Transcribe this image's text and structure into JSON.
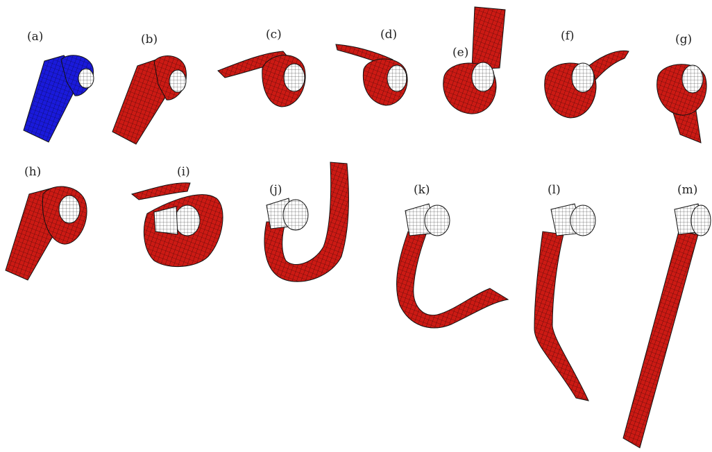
{
  "figure": {
    "panels": [
      {
        "id": "a",
        "label": "(a)",
        "strip_color": "blue"
      },
      {
        "id": "b",
        "label": "(b)",
        "strip_color": "red"
      },
      {
        "id": "c",
        "label": "(c)",
        "strip_color": "red"
      },
      {
        "id": "d",
        "label": "(d)",
        "strip_color": "red"
      },
      {
        "id": "e",
        "label": "(e)",
        "strip_color": "red"
      },
      {
        "id": "f",
        "label": "(f)",
        "strip_color": "red"
      },
      {
        "id": "g",
        "label": "(g)",
        "strip_color": "red"
      },
      {
        "id": "h",
        "label": "(h)",
        "strip_color": "red"
      },
      {
        "id": "i",
        "label": "(i)",
        "strip_color": "red"
      },
      {
        "id": "j",
        "label": "(j)",
        "strip_color": "red"
      },
      {
        "id": "k",
        "label": "(k)",
        "strip_color": "red"
      },
      {
        "id": "l",
        "label": "(l)",
        "strip_color": "red"
      },
      {
        "id": "m",
        "label": "(m)",
        "strip_color": "red"
      }
    ],
    "colors": {
      "blue": "#1a1adb",
      "red": "#cc1a14",
      "cylinder": "#ffffff",
      "edge": "#111111",
      "contact": "#1a1a8c"
    }
  }
}
